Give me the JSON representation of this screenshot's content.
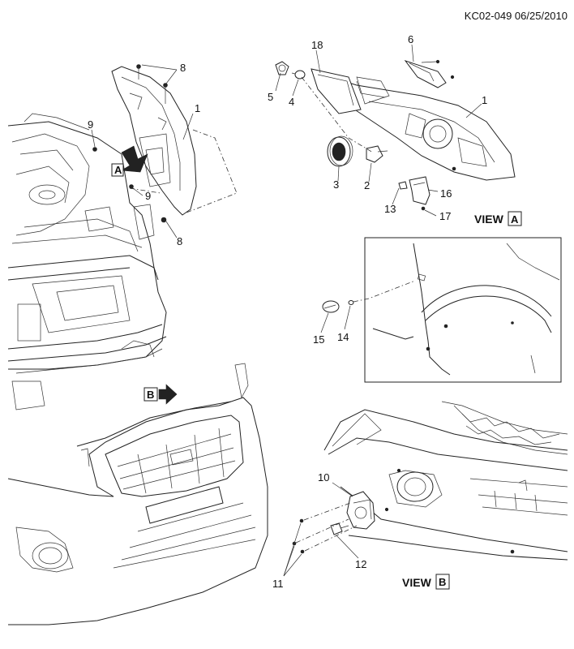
{
  "header": {
    "ref": "KC02-049 06/25/2010"
  },
  "callouts": {
    "c1a": "1",
    "c1b": "1",
    "c2": "2",
    "c3": "3",
    "c4": "4",
    "c5": "5",
    "c6": "6",
    "c8a": "8",
    "c8b": "8",
    "c9a": "9",
    "c9b": "9",
    "c10": "10",
    "c11": "11",
    "c12": "12",
    "c13": "13",
    "c14": "14",
    "c15": "15",
    "c16": "16",
    "c17": "17",
    "c18": "18"
  },
  "views": {
    "a": {
      "prefix": "VIEW",
      "letter": "A"
    },
    "b": {
      "prefix": "VIEW",
      "letter": "B"
    }
  },
  "markers": {
    "a": "A",
    "b": "B"
  }
}
